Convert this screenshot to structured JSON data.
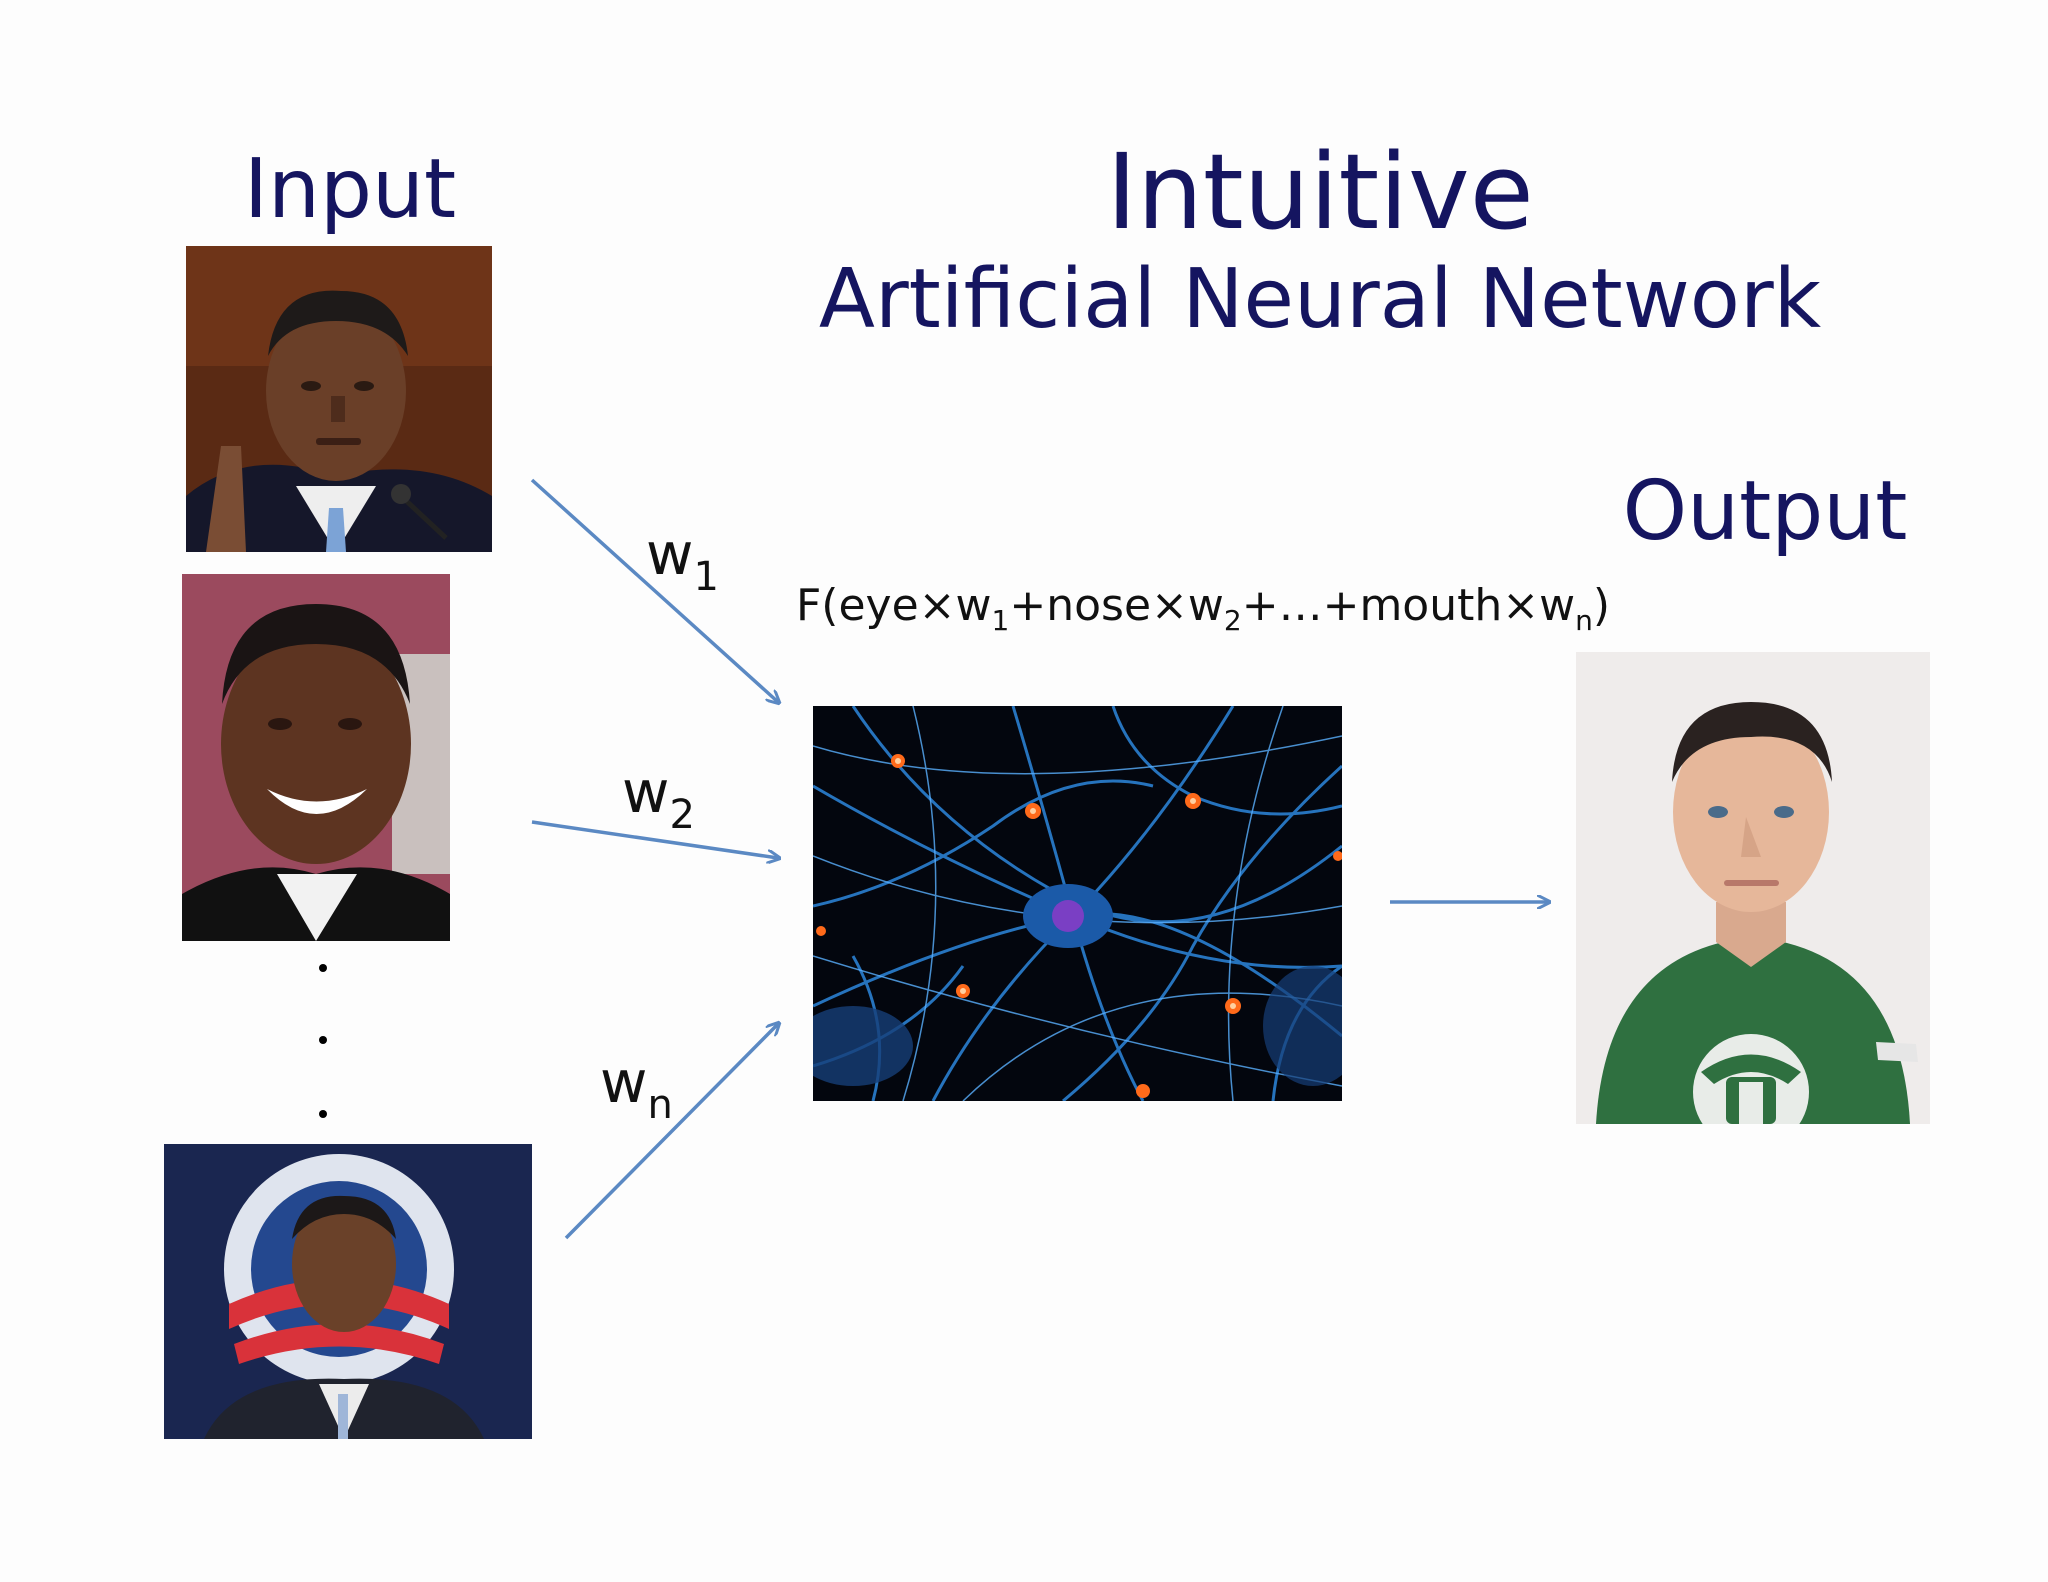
{
  "title": {
    "main": "Intuitive",
    "sub": "Artificial Neural Network"
  },
  "labels": {
    "input": "Input",
    "output": "Output"
  },
  "weights": [
    {
      "w": "w",
      "sub": "1"
    },
    {
      "w": "w",
      "sub": "2"
    },
    {
      "w": "w",
      "sub": "n"
    }
  ],
  "formula": {
    "p1": "F(eye×w",
    "s1": "1",
    "p2": "+nose×w",
    "s2": "2",
    "p3": "+…+mouth×w",
    "s3": "n",
    "p4": ")"
  },
  "colors": {
    "heading": "#151560",
    "arrow": "#5b89c3"
  }
}
